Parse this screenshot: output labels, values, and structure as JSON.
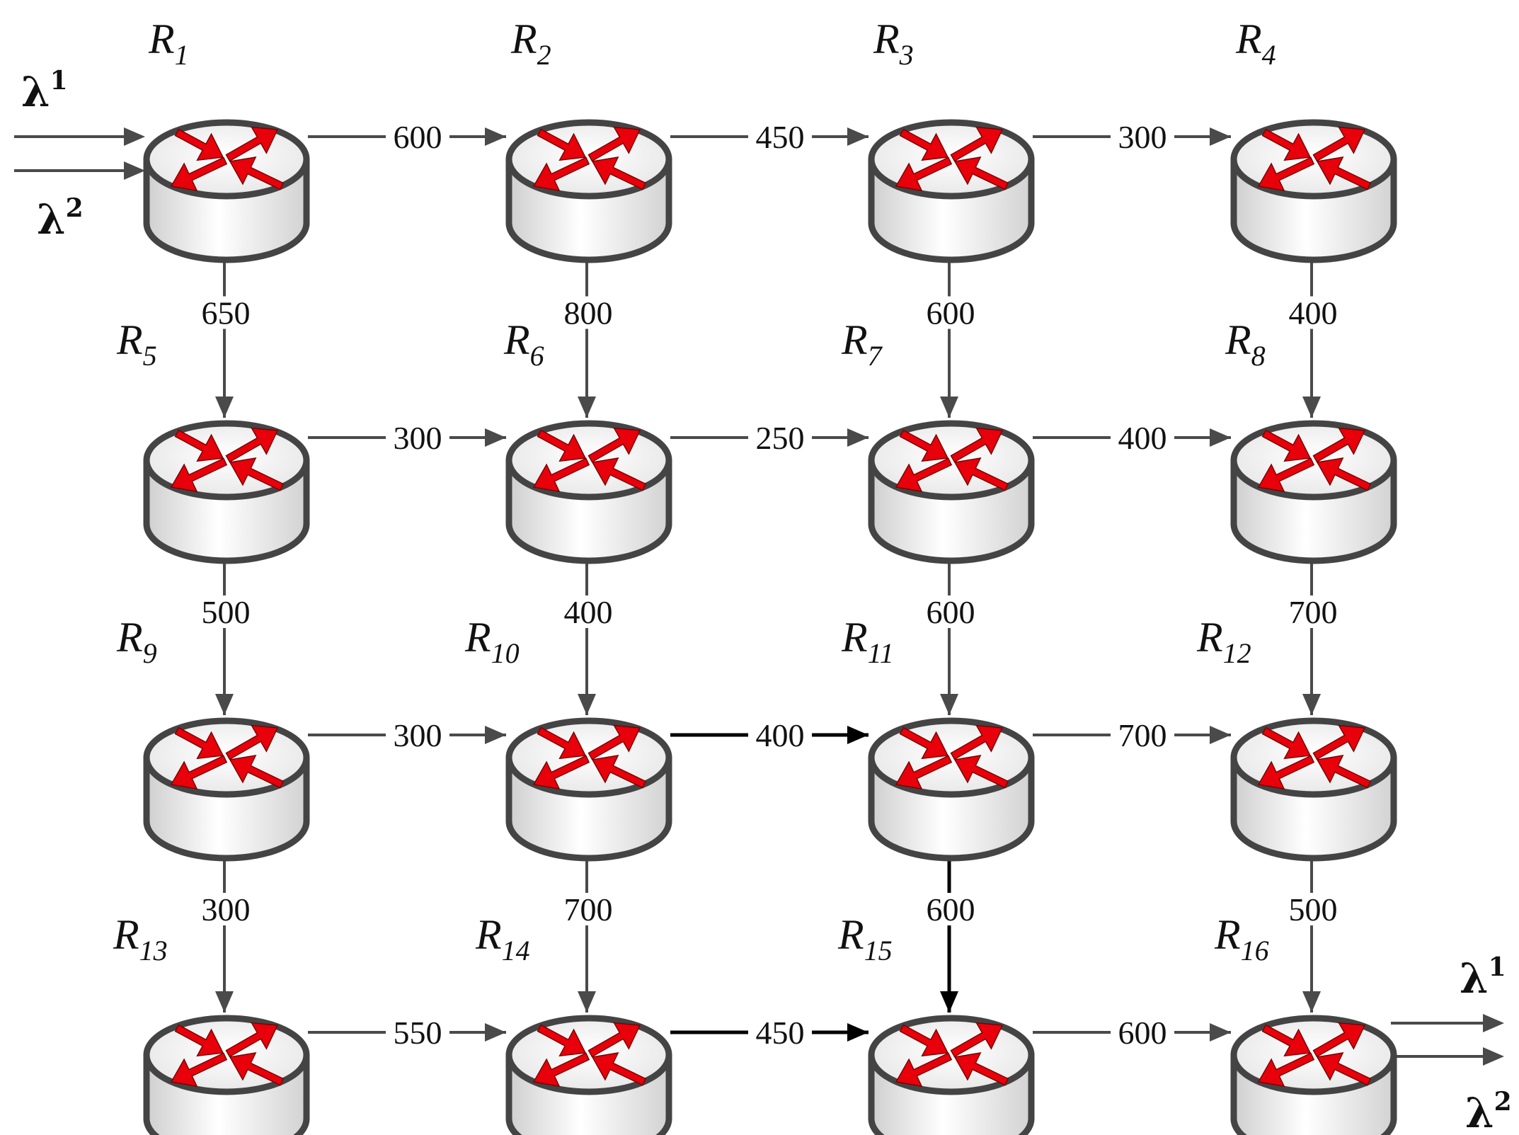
{
  "diagram": {
    "nodes": [
      {
        "id": "R1",
        "letter": "R",
        "index": "1"
      },
      {
        "id": "R2",
        "letter": "R",
        "index": "2"
      },
      {
        "id": "R3",
        "letter": "R",
        "index": "3"
      },
      {
        "id": "R4",
        "letter": "R",
        "index": "4"
      },
      {
        "id": "R5",
        "letter": "R",
        "index": "5"
      },
      {
        "id": "R6",
        "letter": "R",
        "index": "6"
      },
      {
        "id": "R7",
        "letter": "R",
        "index": "7"
      },
      {
        "id": "R8",
        "letter": "R",
        "index": "8"
      },
      {
        "id": "R9",
        "letter": "R",
        "index": "9"
      },
      {
        "id": "R10",
        "letter": "R",
        "index": "10"
      },
      {
        "id": "R11",
        "letter": "R",
        "index": "11"
      },
      {
        "id": "R12",
        "letter": "R",
        "index": "12"
      },
      {
        "id": "R13",
        "letter": "R",
        "index": "13"
      },
      {
        "id": "R14",
        "letter": "R",
        "index": "14"
      },
      {
        "id": "R15",
        "letter": "R",
        "index": "15"
      },
      {
        "id": "R16",
        "letter": "R",
        "index": "16"
      }
    ],
    "edges": [
      {
        "from": "R1",
        "to": "R2",
        "label": "600"
      },
      {
        "from": "R2",
        "to": "R3",
        "label": "450"
      },
      {
        "from": "R3",
        "to": "R4",
        "label": "300"
      },
      {
        "from": "R1",
        "to": "R5",
        "label": "650"
      },
      {
        "from": "R2",
        "to": "R6",
        "label": "800"
      },
      {
        "from": "R3",
        "to": "R7",
        "label": "600"
      },
      {
        "from": "R4",
        "to": "R8",
        "label": "400"
      },
      {
        "from": "R5",
        "to": "R6",
        "label": "300"
      },
      {
        "from": "R6",
        "to": "R7",
        "label": "250"
      },
      {
        "from": "R7",
        "to": "R8",
        "label": "400"
      },
      {
        "from": "R5",
        "to": "R9",
        "label": "500"
      },
      {
        "from": "R6",
        "to": "R10",
        "label": "400"
      },
      {
        "from": "R7",
        "to": "R11",
        "label": "600"
      },
      {
        "from": "R8",
        "to": "R12",
        "label": "700"
      },
      {
        "from": "R9",
        "to": "R10",
        "label": "300"
      },
      {
        "from": "R10",
        "to": "R11",
        "label": "400",
        "emphasis": true
      },
      {
        "from": "R11",
        "to": "R12",
        "label": "700"
      },
      {
        "from": "R9",
        "to": "R13",
        "label": "300"
      },
      {
        "from": "R10",
        "to": "R14",
        "label": "700"
      },
      {
        "from": "R11",
        "to": "R15",
        "label": "600",
        "emphasis": true
      },
      {
        "from": "R12",
        "to": "R16",
        "label": "500"
      },
      {
        "from": "R13",
        "to": "R14",
        "label": "550"
      },
      {
        "from": "R14",
        "to": "R15",
        "label": "450",
        "emphasis": true
      },
      {
        "from": "R15",
        "to": "R16",
        "label": "600"
      }
    ],
    "inputs": [
      {
        "symbol": "λ",
        "sup": "1",
        "node": "R1"
      },
      {
        "symbol": "λ",
        "sup": "2",
        "node": "R1"
      }
    ],
    "outputs": [
      {
        "symbol": "λ",
        "sup": "1",
        "node": "R16"
      },
      {
        "symbol": "λ",
        "sup": "2",
        "node": "R16"
      }
    ]
  },
  "colors": {
    "router_outline": "#444444",
    "router_fill_top": "#f6f6f6",
    "router_fill_side": "#e4e4e4",
    "arrow_red": "#e8000b",
    "edge": "#4a4a4a",
    "edge_emphasis": "#000000",
    "text": "#111111"
  }
}
